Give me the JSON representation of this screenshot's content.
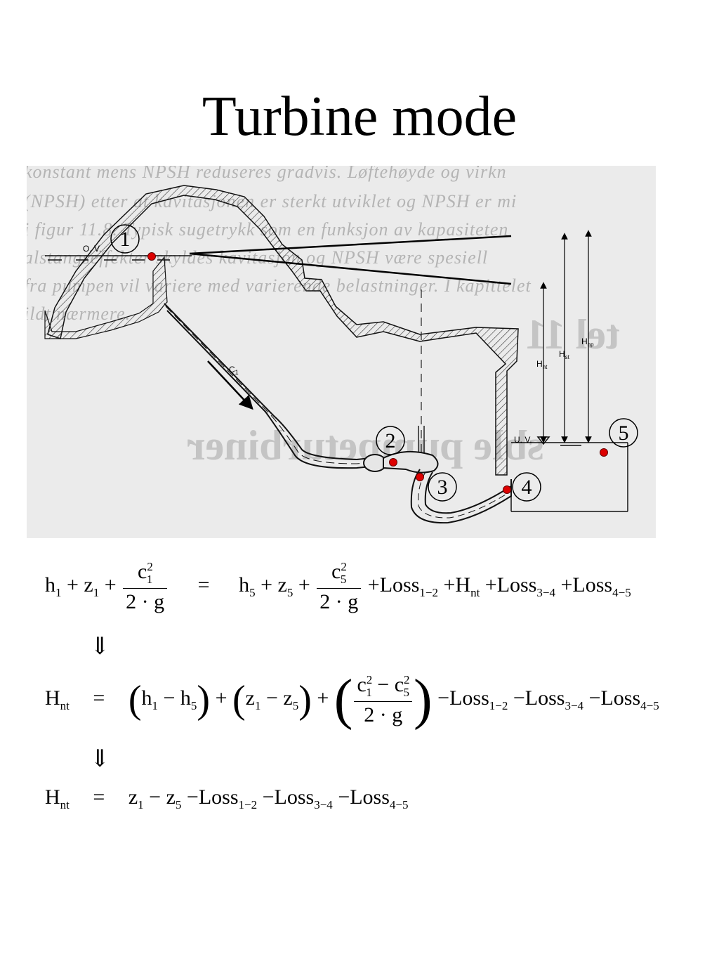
{
  "title": "Turbine mode",
  "diagram": {
    "labels": {
      "ov": "O. V.",
      "uv": "U. V.",
      "c1": "C",
      "c1_sub": "1",
      "h_nt": "H",
      "h_nt_sub": "nt",
      "h_st": "H",
      "h_st_sub": "st",
      "h_np": "H",
      "h_np_sub": "np"
    },
    "points": [
      "1",
      "2",
      "3",
      "4",
      "5"
    ],
    "point_color": "#dd0000",
    "background_text": {
      "line1": "konstant mens NPSH reduseres gradvis. Løftehøyde og virkn",
      "line2": "(NPSH) etter at kavitasjonen er sterkt utviklet og NPSH er mi",
      "line3": "i figur 11.8. Typisk sugetrykk som en funksjon av kapasiteten",
      "line4": "alstangseffekter skyldes kavitasjon og NPSH være spesiell",
      "line5": "fra pumpen vil variere med varierende belastninger. I kapittelet",
      "line6": "ildt nærmere.",
      "heading1": "tel 11",
      "heading2": "sble pumpeturbiner"
    }
  },
  "equations": {
    "eq1": {
      "h1": "h",
      "s1": "1",
      "plus": "+",
      "z1": "z",
      "c": "c",
      "sq": "2",
      "two_g": "2 · g",
      "equals": "=",
      "h5": "h",
      "s5": "5",
      "z5": "z",
      "loss": "Loss",
      "r12": "1−2",
      "r34": "3−4",
      "r45": "4−5",
      "H": "H",
      "nt": "nt"
    },
    "arrow": "⇓",
    "eq2": {
      "minus": "−",
      "lp": "(",
      "rp": ")"
    }
  }
}
